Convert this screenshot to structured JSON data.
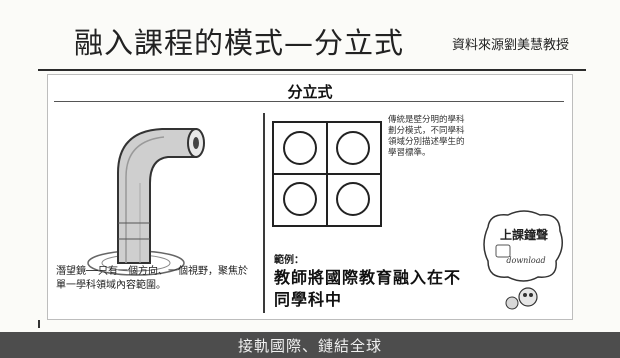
{
  "header": {
    "title": "融入課程的模式—分立式",
    "source": "資料來源劉美慧教授"
  },
  "panel": {
    "title": "分立式",
    "left_caption": "潛望鏡──只有一個方向、一個視野，聚焦於單一學科領域內容範圍。",
    "right_description": "傳統是壁分明的學科劃分模式，不同學科領域分別描述學生的學習標準。",
    "example_label": "範例：",
    "example_text": "教師將國際教育融入在不同學科中",
    "sticker_main": "上課鐘聲",
    "sticker_sub": "download"
  },
  "footer": {
    "text": "接軌國際、鏈結全球"
  }
}
